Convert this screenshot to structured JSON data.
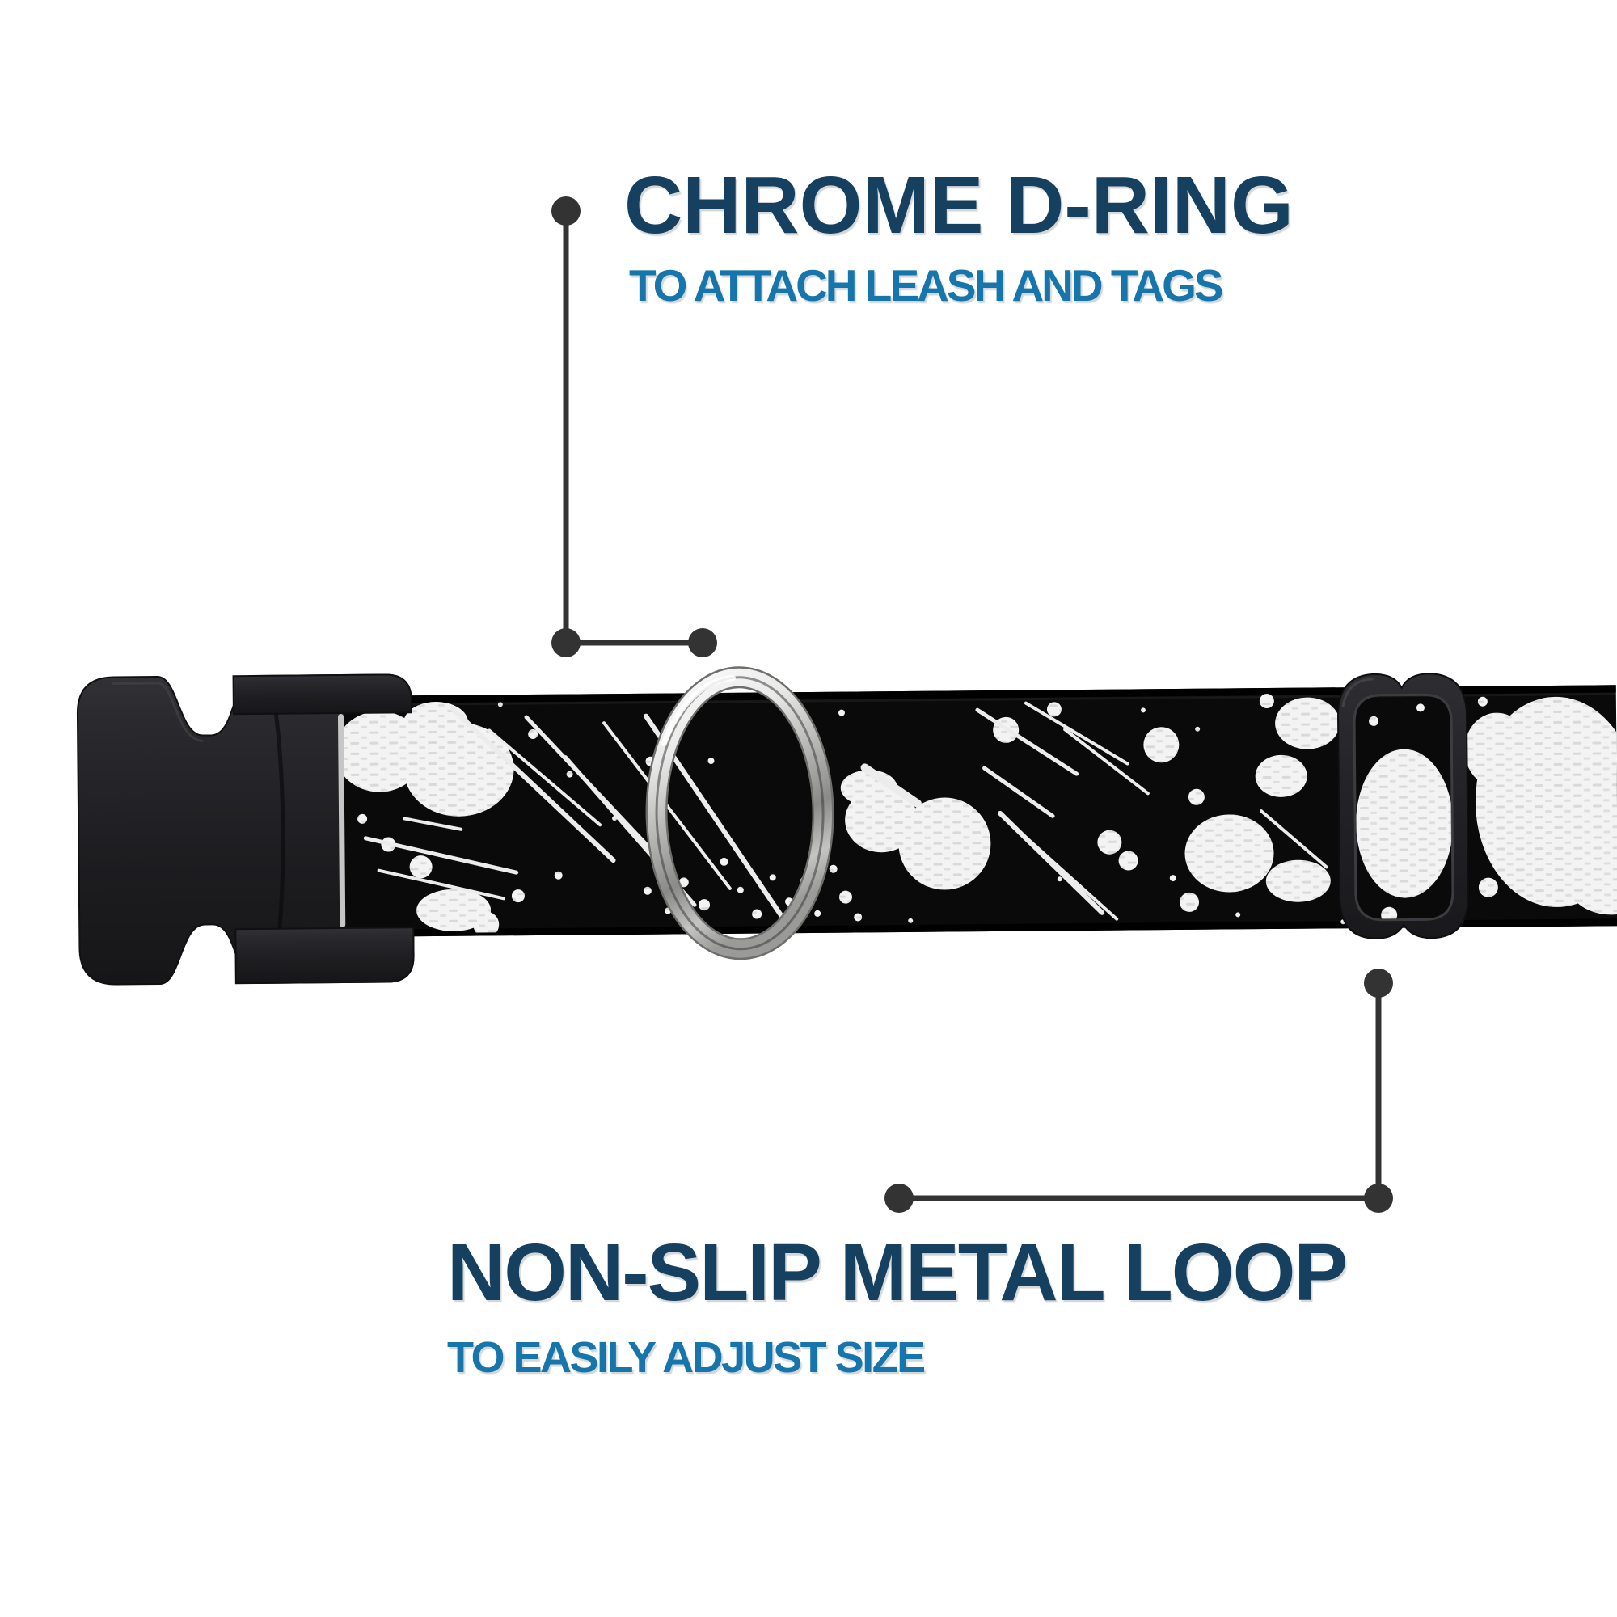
{
  "background": "#ffffff",
  "colors": {
    "title_text": "#12405e",
    "subtitle_text": "#1274ab",
    "callout_line": "#333333",
    "webbing_black": "#0a0a0a",
    "splatter_white": "#f3f3f3",
    "hardware_plastic_black": "#232327",
    "chrome_light": "#f7f7f7",
    "chrome_dark": "#8a8a8a"
  },
  "callouts": [
    {
      "id": "chrome-d-ring",
      "title": "CHROME D-RING",
      "subtitle": "TO ATTACH LEASH AND TAGS"
    },
    {
      "id": "non-slip-metal-loop",
      "title": "NON-SLIP METAL LOOP",
      "subtitle": "TO EASILY ADJUST SIZE"
    }
  ]
}
